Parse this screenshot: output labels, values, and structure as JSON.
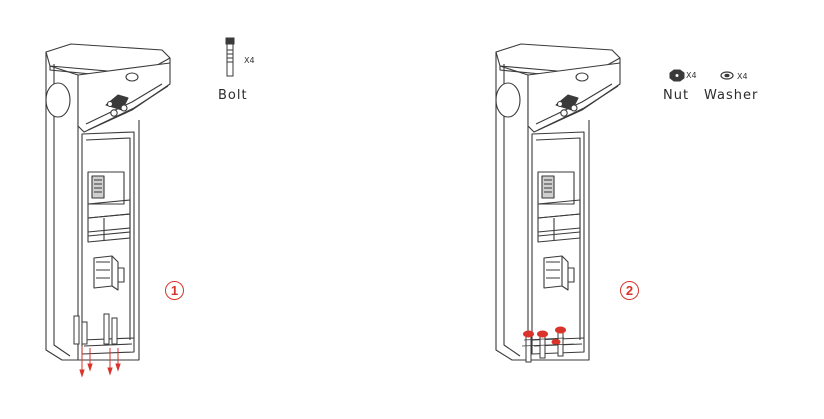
{
  "colors": {
    "line": "#3a3a3a",
    "accent": "#d9332b"
  },
  "steps": [
    {
      "number": "1",
      "parts": [
        {
          "name": "Bolt",
          "quantity": "X4",
          "icon": "bolt-icon"
        }
      ]
    },
    {
      "number": "2",
      "parts": [
        {
          "name": "Nut",
          "quantity": "X4",
          "icon": "nut-icon"
        },
        {
          "name": "Washer",
          "quantity": "X4",
          "icon": "washer-icon"
        }
      ]
    }
  ]
}
